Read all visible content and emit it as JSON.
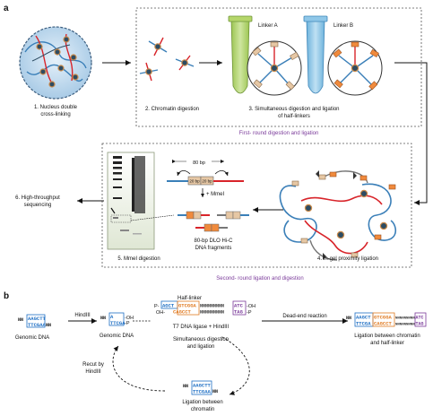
{
  "panel_a": {
    "label": "a",
    "steps": {
      "s1_line1": "1. Nucleus double",
      "s1_line2": "cross-linking",
      "s2": "2. Chromatin digestion",
      "s3_line1": "3. Simultaneous digestion and ligation",
      "s3_line2": "of half-linkers",
      "s4": "4. In-gel proximity ligation",
      "s5": "5. MmeI digestion",
      "s6_line1": "6. High-throughput",
      "s6_line2": "sequencing"
    },
    "linker_a": "Linker A",
    "linker_b": "Linker B",
    "round1": "First- round digestion and ligation",
    "round2": "Second- round ligation and digestion",
    "bp80": "80 bp",
    "bp20a": "20 bp",
    "bp20b": "20 bp",
    "mmei": "+ MmeI",
    "frag1": "80-bp DLO Hi-C",
    "frag2": "DNA fragments"
  },
  "panel_b": {
    "label": "b",
    "genomic_top": "AAGCTT",
    "genomic_bot": "TTCGAA",
    "genomic_label": "Genomic DNA",
    "hindiii": "HindIII",
    "cut_top": "A",
    "cut_bot": "TTCGA",
    "oh": "-OH",
    "p": "-P",
    "genomic_label2": "Genomic DNA",
    "half_linker": "Half-linker",
    "hl_p": "P-",
    "hl_oh_left": "OH-",
    "hl_top_a": "AGCT",
    "hl_top_b": "GTCGGA",
    "hl_top_n": "NNNNNNNNN",
    "hl_top_c": "ATC",
    "hl_bot_a": "CAGCCT",
    "hl_bot_n": "NNNNNNNNN",
    "hl_bot_c": "TAG",
    "t7": "T7 DNA ligase + HindIII",
    "simul1": "Simultaneous digestion",
    "simul2": "and ligation",
    "dead_end": "Dead-end reaction",
    "lig_top_a": "AAGCT",
    "lig_top_b": "GTCGGA",
    "lig_bot_a": "TTCGA",
    "lig_bot_b": "CAGCCT",
    "lig_label1": "Ligation between chromatin",
    "lig_label2": "and half-linker",
    "recut1": "Recut by",
    "recut2": "HindIII",
    "bottom_label1": "Ligation between",
    "bottom_label2": "chromatin",
    "nn": "NN"
  },
  "colors": {
    "chromatin_blue": "#3a7fb8",
    "chromatin_red": "#d8242a",
    "nucleosome": "#2d4c63",
    "linker_orange": "#f08a3c",
    "linker_tan": "#e6c7a4",
    "tube_a": "#b5d66a",
    "tube_b": "#8fc7e8",
    "purple": "#7a3a9a",
    "seq_blue": "#1e6fc4",
    "seq_orange": "#e07b22"
  }
}
